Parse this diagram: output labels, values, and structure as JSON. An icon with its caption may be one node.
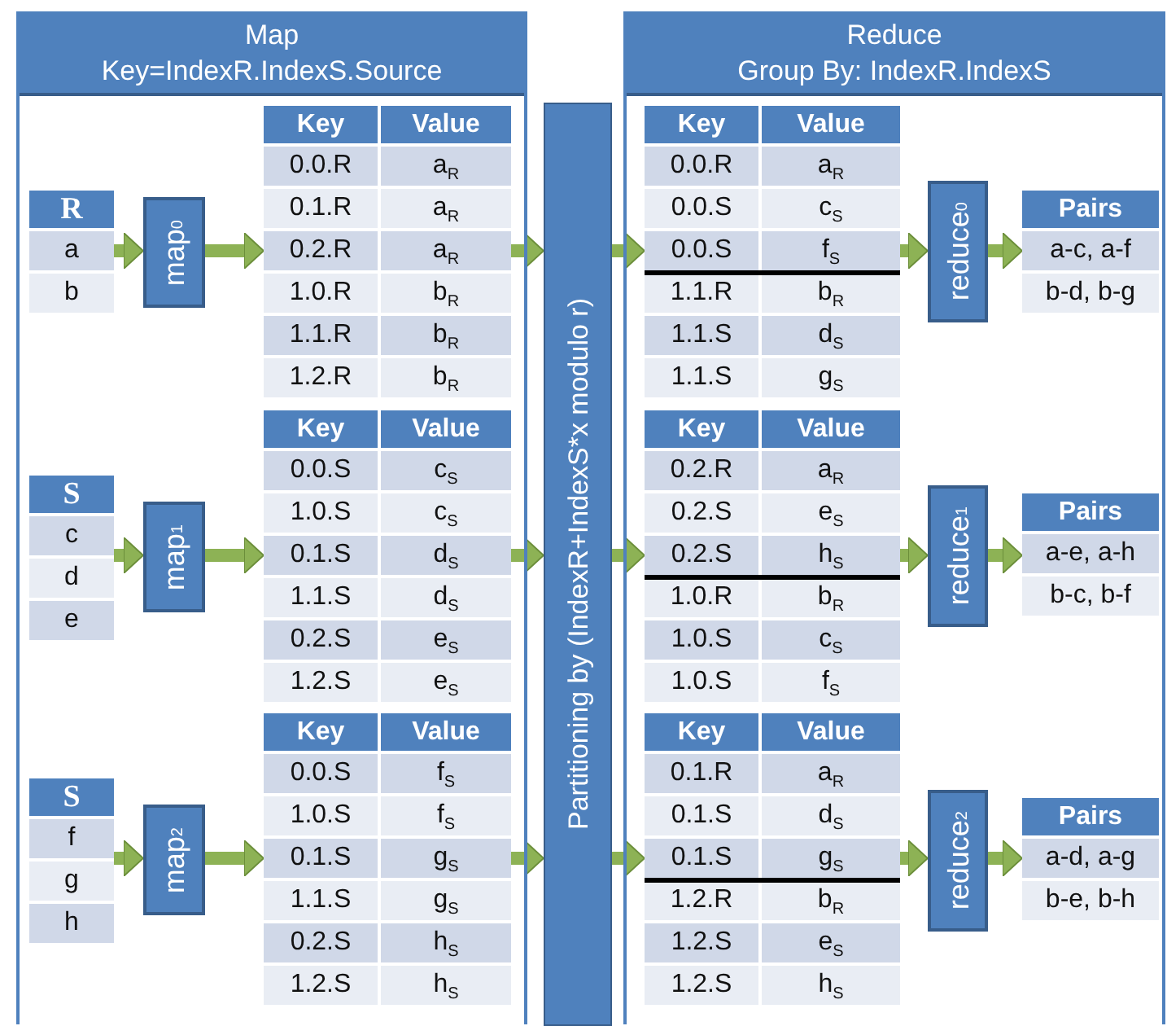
{
  "diagram": {
    "nodes": [
      {
        "text": [
          "Map",
          "Key=IndexR.IndexS.Source"
        ]
      },
      {
        "text": [
          "R",
          "a",
          "b"
        ],
        "in": 0
      },
      {
        "text": [
          "map$_{0}$"
        ],
        "in": 0
      },
      {
        "text": [
          "Key",
          "Value",
          "0.0.R",
          "a$_{R}$",
          "0.1.R",
          "a$_{R}$",
          "0.2.R",
          "a$_{R}$",
          "1.0.R",
          "b$_{R}$",
          "1.1.R",
          "b$_{R}$",
          "1.2.R",
          "b$_{R}$"
        ],
        "in": 0
      },
      {
        "text": [
          "S",
          "c",
          "d",
          "e"
        ],
        "in": 0
      },
      {
        "text": [
          "map$_{1}$"
        ],
        "in": 0
      },
      {
        "text": [
          "Key",
          "Value",
          "0.0.S",
          "c$_{S}$",
          "1.0.S",
          "c$_{S}$",
          "0.1.S",
          "d$_{S}$",
          "1.1.S",
          "d$_{S}$",
          "0.2.S",
          "e$_{S}$",
          "1.2.S",
          "e$_{S}$"
        ],
        "in": 0
      },
      {
        "text": [
          "S",
          "f",
          "g",
          "h"
        ],
        "in": 0
      },
      {
        "text": [
          "map$_{2}$"
        ],
        "in": 0
      },
      {
        "text": [
          "Key",
          "Value",
          "0.0.S",
          "f$_{S}$",
          "1.0.S",
          "f$_{S}$",
          "0.1.S",
          "g$_{S}$",
          "1.1.S",
          "g$_{S}$",
          "0.2.S",
          "h$_{S}$",
          "1.2.S",
          "h$_{S}$"
        ],
        "in": 0
      },
      {
        "text": [
          "Partitioning by (IndexR+IndexS*x modulo r)"
        ]
      },
      {
        "text": [
          "Reduce",
          "Group By: IndexR.IndexS"
        ]
      },
      {
        "text": [
          "Key",
          "Value",
          "0.0.R",
          "a$_{R}$",
          "0.0.S",
          "c$_{S}$",
          "0.0.S",
          "f$_{S}$",
          "1.1.R",
          "b$_{R}$",
          "1.1.S",
          "d$_{S}$",
          "1.1.S",
          "g$_{S}$"
        ],
        "in": 11
      },
      {
        "text": [
          "reduce$_{0}$"
        ],
        "in": 11
      },
      {
        "text": [
          "Pairs",
          "a-c, a-f",
          "b-d, b-g"
        ],
        "in": 11
      },
      {
        "text": [
          "Key",
          "Value",
          "0.2.R",
          "a$_{R}$",
          "0.2.S",
          "e$_{S}$",
          "0.2.S",
          "h$_{S}$",
          "1.0.R",
          "b$_{R}$",
          "1.0.S",
          "c$_{S}$",
          "1.0.S",
          "f$_{S}$"
        ],
        "in": 11
      },
      {
        "text": [
          "reduce$_{1}$"
        ],
        "in": 11
      },
      {
        "text": [
          "Pairs",
          "a-e, a-h",
          "b-c, b-f"
        ],
        "in": 11
      },
      {
        "text": [
          "Key",
          "Value",
          "0.1.R",
          "a$_{R}$",
          "0.1.S",
          "d$_{S}$",
          "0.1.S",
          "g$_{S}$",
          "1.2.R",
          "b$_{R}$",
          "1.2.S",
          "e$_{S}$",
          "1.2.S",
          "h$_{S}$"
        ],
        "in": 11
      },
      {
        "text": [
          "reduce$_{2}$"
        ],
        "in": 11
      },
      {
        "text": [
          "Pairs",
          "a-d, a-g",
          "b-e, b-h"
        ],
        "in": 11
      }
    ],
    "edges": [
      {
        "from": 1,
        "to": 2,
        "arrow": "to"
      },
      {
        "from": 2,
        "to": 3,
        "arrow": "to"
      },
      {
        "from": 3,
        "to": 10,
        "arrow": "to"
      },
      {
        "from": 4,
        "to": 5,
        "arrow": "to"
      },
      {
        "from": 5,
        "to": 6,
        "arrow": "to"
      },
      {
        "from": 6,
        "to": 10,
        "arrow": "to"
      },
      {
        "from": 7,
        "to": 8,
        "arrow": "to"
      },
      {
        "from": 8,
        "to": 9,
        "arrow": "to"
      },
      {
        "from": 9,
        "to": 10,
        "arrow": "to"
      },
      {
        "from": 10,
        "to": 12,
        "arrow": "to"
      },
      {
        "from": 10,
        "to": 15,
        "arrow": "to"
      },
      {
        "from": 10,
        "to": 18,
        "arrow": "to"
      },
      {
        "from": 12,
        "to": 13,
        "arrow": "to"
      },
      {
        "from": 13,
        "to": 14,
        "arrow": "to"
      },
      {
        "from": 15,
        "to": 16,
        "arrow": "to"
      },
      {
        "from": 16,
        "to": 17,
        "arrow": "to"
      },
      {
        "from": 18,
        "to": 19,
        "arrow": "to"
      },
      {
        "from": 19,
        "to": 20,
        "arrow": "to"
      }
    ]
  }
}
